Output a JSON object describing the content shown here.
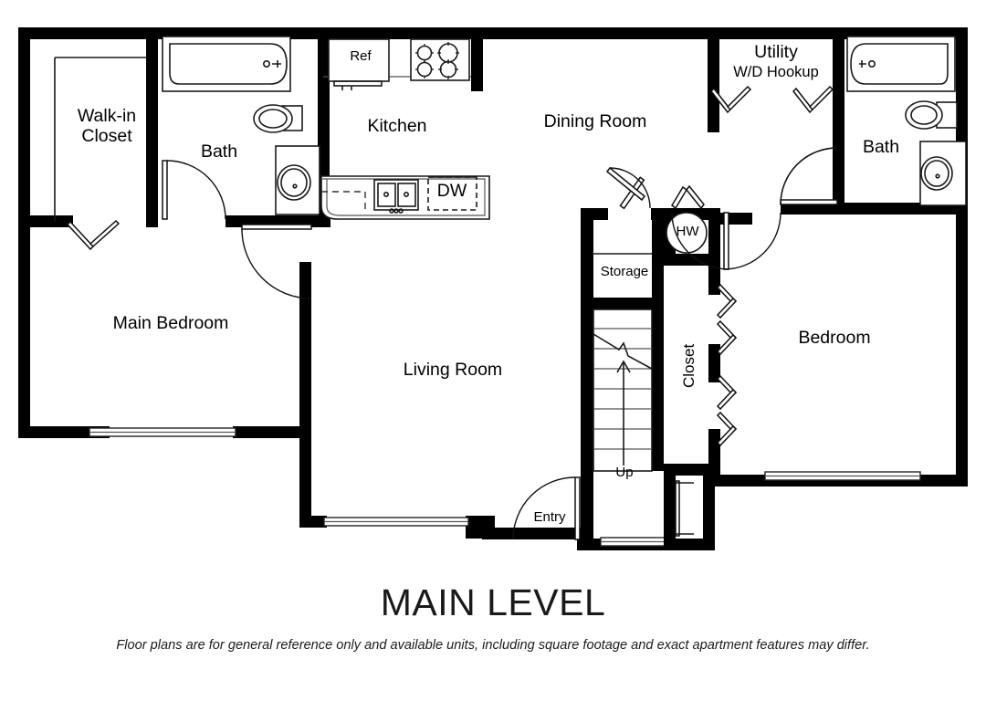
{
  "plan": {
    "title": "MAIN LEVEL",
    "disclaimer": "Floor plans are for general reference only and available units, including square footage and exact apartment features may differ.",
    "colors": {
      "wall": "#000000",
      "fixture_line": "#1a1a1a",
      "background": "#ffffff",
      "text": "#000000"
    },
    "rooms": [
      {
        "id": "walk-in-closet",
        "label_line1": "Walk-in",
        "label_line2": "Closet"
      },
      {
        "id": "bath-left",
        "label": "Bath"
      },
      {
        "id": "kitchen",
        "label": "Kitchen"
      },
      {
        "id": "dining-room",
        "label": "Dining Room"
      },
      {
        "id": "utility",
        "label": "Utility",
        "sublabel": "W/D Hookup"
      },
      {
        "id": "bath-right",
        "label": "Bath"
      },
      {
        "id": "main-bedroom",
        "label": "Main Bedroom"
      },
      {
        "id": "living-room",
        "label": "Living Room"
      },
      {
        "id": "bedroom",
        "label": "Bedroom"
      },
      {
        "id": "storage",
        "label": "Storage"
      },
      {
        "id": "closet",
        "label": "Closet"
      },
      {
        "id": "entry",
        "label": "Entry"
      }
    ],
    "appliances": [
      {
        "id": "refrigerator",
        "label": "Ref"
      },
      {
        "id": "dishwasher",
        "label": "DW"
      },
      {
        "id": "water-heater",
        "label": "HW"
      }
    ],
    "annotations": [
      {
        "id": "stair-direction",
        "label": "Up"
      }
    ]
  }
}
